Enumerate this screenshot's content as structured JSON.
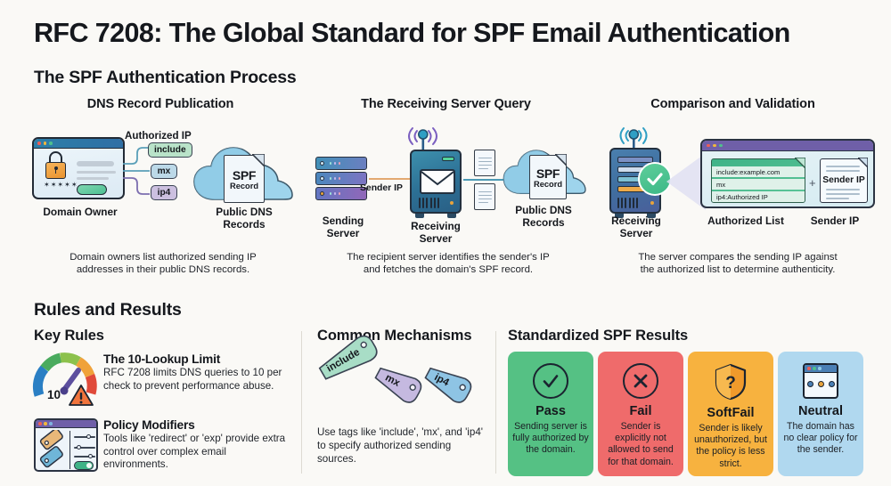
{
  "title": "RFC 7208: The Global Standard for SPF Email Authentication",
  "process_section": {
    "heading": "The SPF Authentication Process",
    "panels": [
      {
        "title": "DNS Record Publication",
        "caption_line1": "Domain owners list authorized sending IP",
        "caption_line2": "addresses in their public DNS records.",
        "annotation": "Authorized IP",
        "tags": [
          "include",
          "mx",
          "ip4"
        ],
        "label_left": "Domain Owner",
        "label_right_line1": "Public DNS",
        "label_right_line2": "Records",
        "doc_title": "SPF",
        "doc_subtitle": "Record"
      },
      {
        "title": "The Receiving Server Query",
        "caption_line1": "The recipient server identifies the sender's IP",
        "caption_line2": "and fetches the domain's SPF record.",
        "connector_label": "Sender IP",
        "label_left_line1": "Sending",
        "label_left_line2": "Server",
        "label_mid_line1": "Receiving",
        "label_mid_line2": "Server",
        "label_right_line1": "Public DNS",
        "label_right_line2": "Records",
        "doc_title": "SPF",
        "doc_subtitle": "Record"
      },
      {
        "title": "Comparison and Validation",
        "caption_line1": "The server compares the sending IP against",
        "caption_line2": "the authorized list to determine authenticity.",
        "label_left_line1": "Receiving",
        "label_left_line2": "Server",
        "label_auth": "Authorized List",
        "label_sender": "Sender IP",
        "auth_rows": [
          "include:example.com",
          "mx",
          "ip4:Authorized IP"
        ],
        "sender_doc_text": "Sender IP",
        "plus": "+"
      }
    ]
  },
  "rules_section": {
    "heading": "Rules and Results",
    "key_rules": {
      "heading": "Key Rules",
      "items": [
        {
          "title": "The 10-Lookup Limit",
          "body": "RFC 7208 limits DNS queries to 10 per check to prevent performance abuse.",
          "gauge_value": "10"
        },
        {
          "title": "Policy Modifiers",
          "body": "Tools like 'redirect' or 'exp' provide extra control over complex email environments."
        }
      ]
    },
    "mechanisms": {
      "heading": "Common Mechanisms",
      "tags": [
        "include",
        "mx",
        "ip4"
      ],
      "body": "Use tags like 'include', 'mx', and 'ip4' to specify authorized sending sources."
    },
    "results": {
      "heading": "Standardized SPF Results",
      "cards": [
        {
          "name": "Pass",
          "desc": "Sending server is fully authorized by the domain.",
          "color": "#55c184",
          "icon": "check-circle-icon"
        },
        {
          "name": "Fail",
          "desc": "Sender is explicitly not allowed to send for that domain.",
          "color": "#ef6b6b",
          "icon": "x-circle-icon"
        },
        {
          "name": "SoftFail",
          "desc": "Sender is likely unauthorized, but the policy is less strict.",
          "color": "#f7b23f",
          "icon": "shield-question-icon"
        },
        {
          "name": "Neutral",
          "desc": "The domain has no clear policy for the sender.",
          "color": "#b0d8ef",
          "icon": "browser-window-icon"
        }
      ]
    }
  },
  "palette": {
    "background": "#faf9f6",
    "ink": "#15181d",
    "accent_green": "#3fb387",
    "accent_blue": "#2f7fa8",
    "accent_purple": "#6f5fa8"
  }
}
